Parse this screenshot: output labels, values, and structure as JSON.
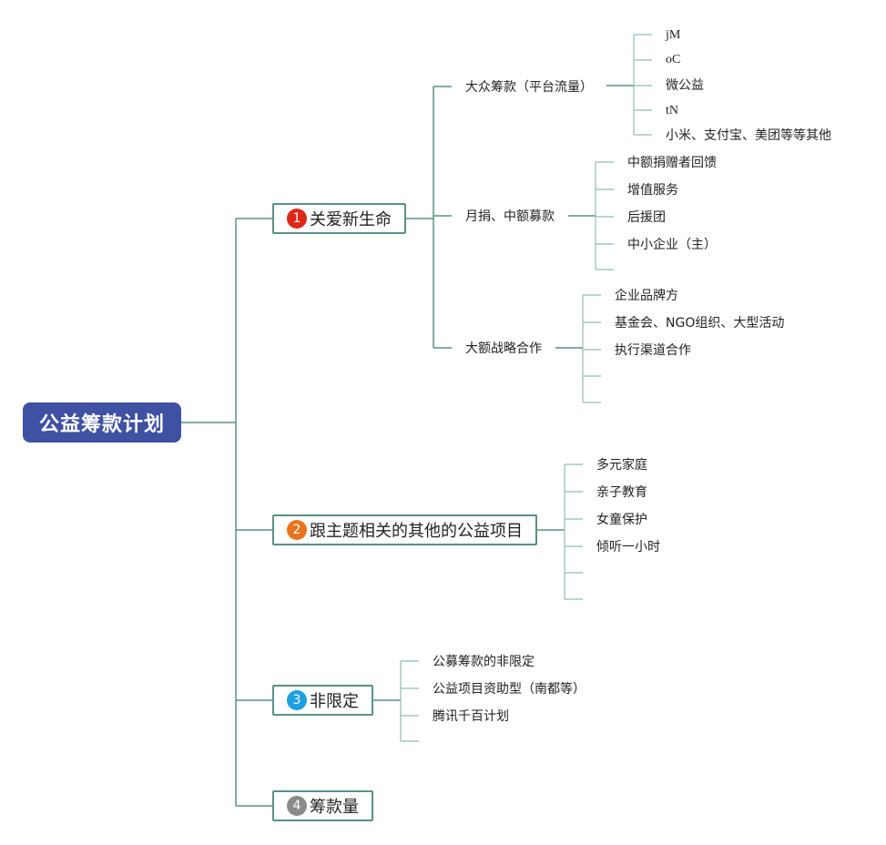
{
  "root": {
    "label": "公益筹款计划"
  },
  "colors": {
    "root_bg": "#3f51a3",
    "line": "#5a8f85",
    "leaf_line": "#8fbcb3",
    "badge1": "#e0281a",
    "badge2": "#e8741e",
    "badge3": "#1ea0e0",
    "badge4": "#8a8a8a"
  },
  "topics": [
    {
      "number": "1",
      "label": "关爱新生命",
      "subs": [
        {
          "label": "大众筹款（平台流量）",
          "leaves": [
            "jM",
            "oC",
            "微公益",
            "tN",
            "小米、支付宝、美团等等其他"
          ]
        },
        {
          "label": "月捐、中额募款",
          "leaves": [
            "中额捐赠者回馈",
            "增值服务",
            "后援团",
            "中小企业（主）",
            ""
          ]
        },
        {
          "label": "大额战略合作",
          "leaves": [
            "企业品牌方",
            "基金会、NGO组织、大型活动",
            "执行渠道合作",
            "",
            ""
          ]
        }
      ]
    },
    {
      "number": "2",
      "label": "跟主题相关的其他的公益项目",
      "leaves": [
        "多元家庭",
        "亲子教育",
        "女童保护",
        "倾听一小时",
        "",
        ""
      ]
    },
    {
      "number": "3",
      "label": "非限定",
      "leaves": [
        "公募筹款的非限定",
        "公益项目资助型（南都等）",
        "腾讯千百计划",
        ""
      ]
    },
    {
      "number": "4",
      "label": "筹款量"
    }
  ]
}
